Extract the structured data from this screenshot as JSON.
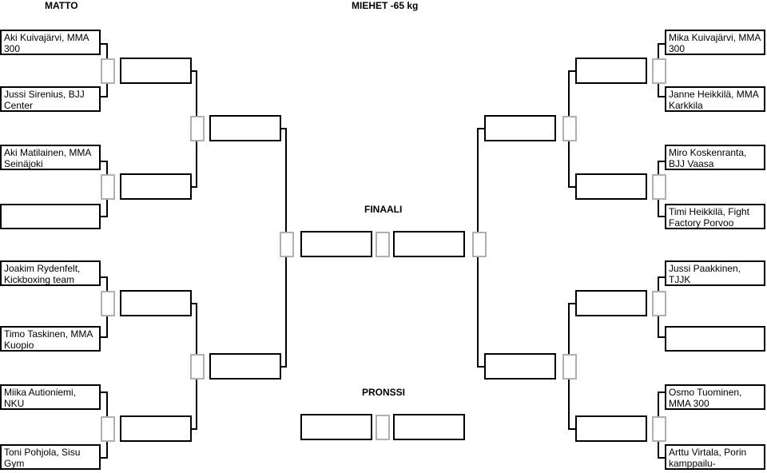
{
  "header": {
    "mat": "MATTO",
    "division": "MIEHET -65 kg"
  },
  "labels": {
    "final": "FINAALI",
    "bronze": "PRONSSI"
  },
  "left_competitors": [
    "Aki Kuivajärvi, MMA 300",
    "Jussi Sirenius, BJJ Center",
    "Aki Matilainen, MMA Seinäjoki",
    "",
    "Joakim Rydenfelt, Kickboxing team Oulu",
    "Timo Taskinen, MMA Kuopio",
    "Miika Autioniemi, NKU",
    "Toni Pohjola, Sisu Gym"
  ],
  "right_competitors": [
    "Mika Kuivajärvi, MMA 300",
    "Janne Heikkilä, MMA Karkkila",
    "Miro Koskenranta, BJJ Vaasa",
    "Timi Heikkilä, Fight Factory Porvoo",
    "Jussi Paakkinen, TJJK",
    "",
    "Osmo Tuominen, MMA 300",
    "Arttu Virtala, Porin kamppailu-"
  ],
  "colors": {
    "line": "#000000",
    "score_box_border": "#b0b0b0"
  }
}
